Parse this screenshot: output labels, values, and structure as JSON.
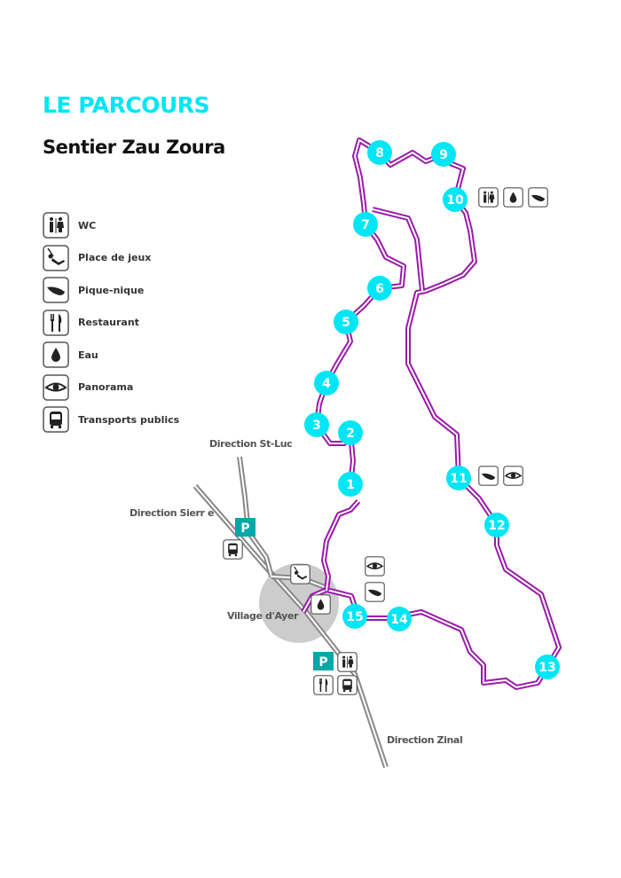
{
  "header": {
    "title": "LE PARCOURS",
    "subtitle": "Sentier Zau Zoura"
  },
  "legend": [
    {
      "icon": "wc-icon",
      "label": "WC"
    },
    {
      "icon": "playground-icon",
      "label": "Place de jeux"
    },
    {
      "icon": "picnic-icon",
      "label": "Pique-nique"
    },
    {
      "icon": "restaurant-icon",
      "label": "Restaurant"
    },
    {
      "icon": "water-icon",
      "label": "Eau"
    },
    {
      "icon": "panorama-icon",
      "label": "Panorama"
    },
    {
      "icon": "bus-icon",
      "label": "Transports publics"
    }
  ],
  "map": {
    "labels": {
      "st_luc": "Direction St-Luc",
      "sierre": "Direction Sierr e",
      "village": "Village d'Ayer",
      "zinal": "Direction Zinal"
    },
    "parking": "P",
    "stops": [
      "1",
      "2",
      "3",
      "4",
      "5",
      "6",
      "7",
      "8",
      "9",
      "10",
      "11",
      "12",
      "13",
      "14",
      "15"
    ],
    "colors": {
      "accent": "#00e6f5",
      "route": "#9a1aa8",
      "road": "#888888",
      "village": "#cccccc",
      "parking": "#00a8a8"
    }
  }
}
